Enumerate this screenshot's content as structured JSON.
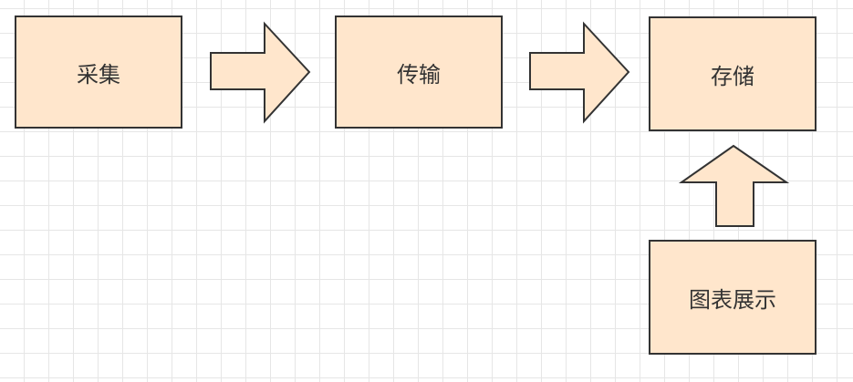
{
  "nodes": {
    "collect": "采集",
    "transfer": "传输",
    "storage": "存储",
    "chart_display": "图表展示"
  },
  "colors": {
    "fill": "#ffe6cc",
    "stroke": "#333333"
  }
}
